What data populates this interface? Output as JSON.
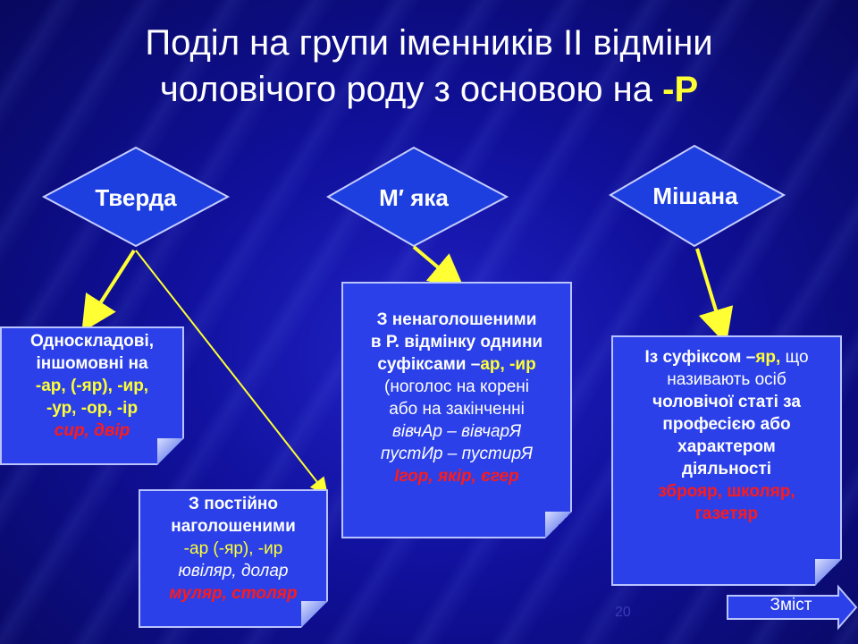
{
  "title": {
    "line1": "Поділ на групи  іменників ІІ відміни",
    "line2_prefix": "чоловічого роду з основою на ",
    "line2_accent": "-Р"
  },
  "diamonds": {
    "hard": "Тверда",
    "soft": "М′ яка",
    "mixed": "Мішана"
  },
  "cards": {
    "monosyllabic": {
      "l1": "Односкладові,",
      "l2": "іншомовні на",
      "l3": "-ар, (-яр), -ир,",
      "l4": "-ур, -ор, -ір",
      "examples": "сир, двір"
    },
    "stressed": {
      "l1": "З постійно",
      "l2": "наголошеними",
      "l3": "-ар (-яр), -ир",
      "l4": "ювіляр, долар",
      "examples": "муляр, столяр"
    },
    "unstressed": {
      "l1": "З ненаголошеними",
      "l2": "в Р. відмінку однини",
      "l3_prefix": "суфіксами –",
      "l3_accent": "ар, -ир",
      "l4": "(ноголос на корені",
      "l5": "або на закінченні",
      "l6": "вівчАр – вівчарЯ",
      "l7": "пустИр – пустирЯ",
      "examples": "Ігор, якір, єгер"
    },
    "suffix": {
      "l1_prefix": "Із суфіксом –",
      "l1_accent": "яр,",
      "l1_suffix": " що",
      "l2": "називають осіб",
      "l3": "чоловічої статі за",
      "l4": "професією або",
      "l5": "характером",
      "l6": "діяльності",
      "examples1": "зброяр, школяр,",
      "examples2": "газетяр"
    }
  },
  "footer": {
    "page_number": "20",
    "nav_label": "Зміст"
  },
  "colors": {
    "arrow": "#ffff33",
    "diamond_fill": "#1e3fe0",
    "card_fill": "#2b40e8",
    "accent": "#ffff33",
    "example": "#ff1a1a"
  }
}
